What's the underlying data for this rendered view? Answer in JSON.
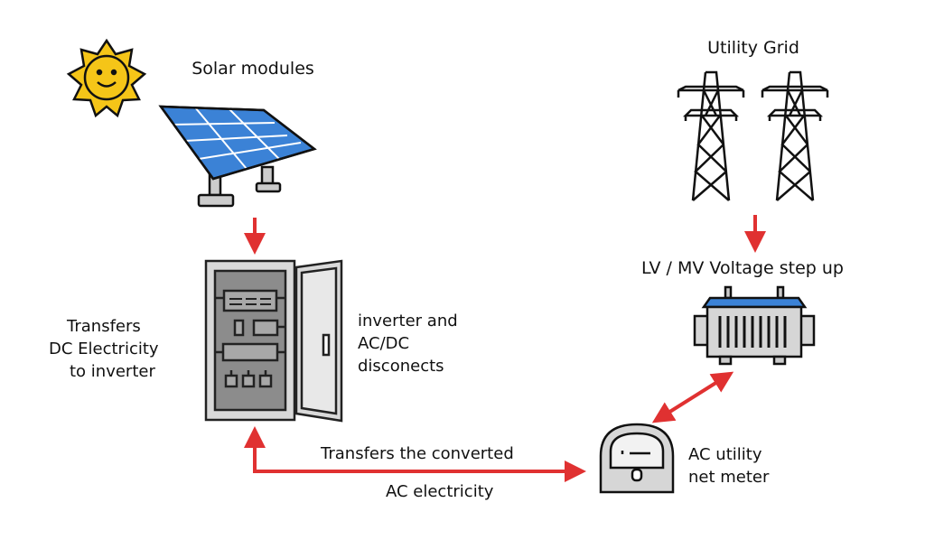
{
  "colors": {
    "arrow": "#e03131",
    "panel": "#3b82d6",
    "outline": "#111111",
    "sun": "#f5c518",
    "metal": "#d6d6d6"
  },
  "labels": {
    "solar_modules": "Solar modules",
    "utility_grid": "Utility Grid",
    "step_up": "LV / MV Voltage step up",
    "transfers_dc": [
      "Transfers",
      "DC Electricity",
      "to inverter"
    ],
    "inverter": [
      "inverter and",
      "AC/DC",
      "disconects"
    ],
    "transfers_ac": [
      "Transfers the converted",
      "AC electricity"
    ],
    "net_meter": [
      "AC utility",
      "net meter"
    ]
  },
  "icons": [
    "sun-icon",
    "solar-panel-icon",
    "inverter-cabinet-icon",
    "transmission-tower-icon",
    "transformer-icon",
    "net-meter-icon"
  ]
}
